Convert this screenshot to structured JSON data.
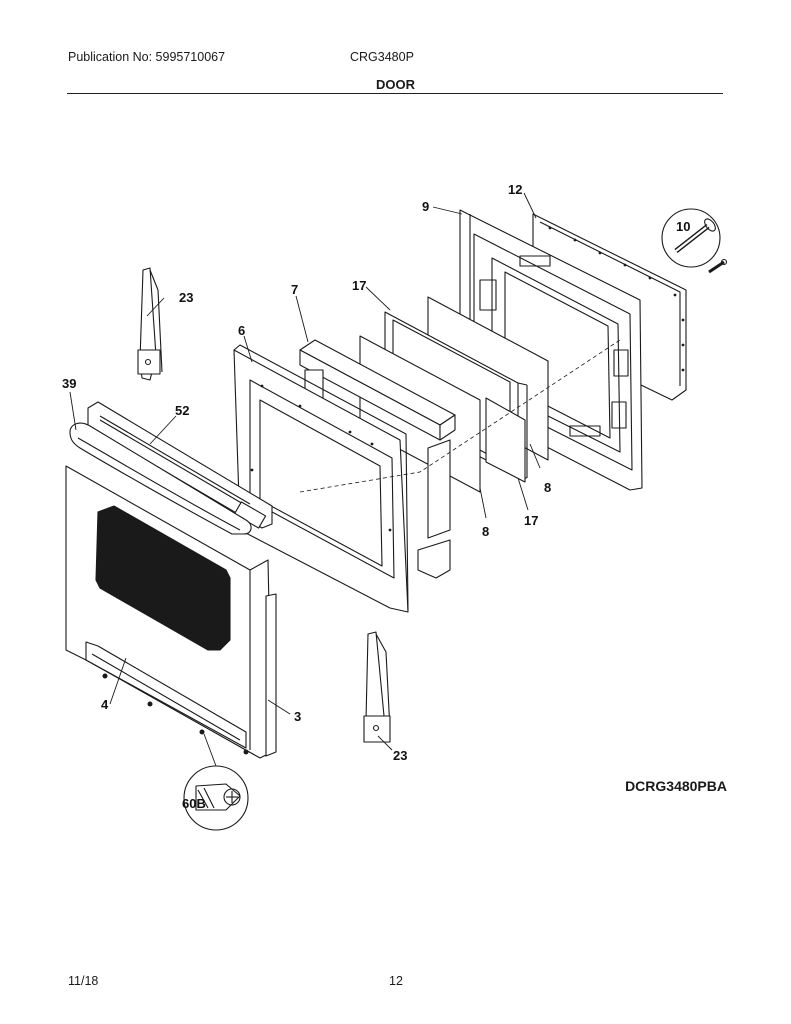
{
  "header": {
    "publication": "Publication No: 5995710067",
    "model": "CRG3480P",
    "section_title": "DOOR"
  },
  "callouts": {
    "p12": "12",
    "p9": "9",
    "p10": "10",
    "p23_top": "23",
    "p7": "7",
    "p17_top": "17",
    "p6": "6",
    "p39": "39",
    "p52": "52",
    "p8_right": "8",
    "p8_mid": "8",
    "p17_bottom": "17",
    "p4": "4",
    "p3": "3",
    "p23_bottom": "23",
    "p60b": "60B"
  },
  "diagram_code": "DCRG3480PBA",
  "footer": {
    "date": "11/18",
    "page": "12"
  }
}
